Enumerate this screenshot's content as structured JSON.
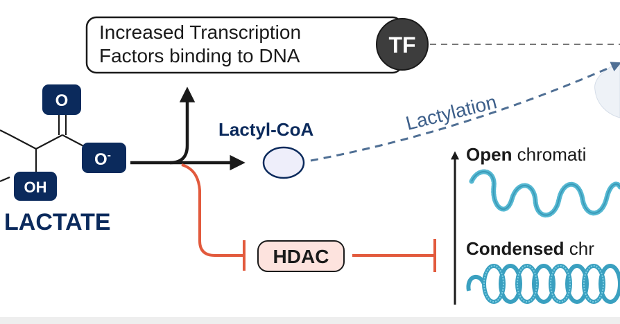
{
  "tf_box": {
    "line1": "Increased Transcription",
    "line2": "Factors binding to DNA",
    "badge": "TF"
  },
  "lactate": {
    "label": "LACTATE",
    "o_label": "O",
    "ominus_label": "O",
    "ominus_charge": "-",
    "oh_label": "OH"
  },
  "lactyl_coa": {
    "label": "Lactyl-CoA"
  },
  "lactylation": {
    "label": "Lactylation"
  },
  "hdac": {
    "label": "HDAC"
  },
  "chromatin": {
    "open_bold": "Open",
    "open_rest": " chromati",
    "condensed_bold": "Condensed",
    "condensed_rest": " chr"
  },
  "colors": {
    "navy": "#0b2a5c",
    "hdac_red": "#e25a3d",
    "hdac_fill": "#fde3de",
    "arrow_dark": "#1a1a1a",
    "dash_blue": "#4f6f94",
    "dna_blue": "#55b8d2",
    "lactyl_fill": "#eeeefa"
  }
}
